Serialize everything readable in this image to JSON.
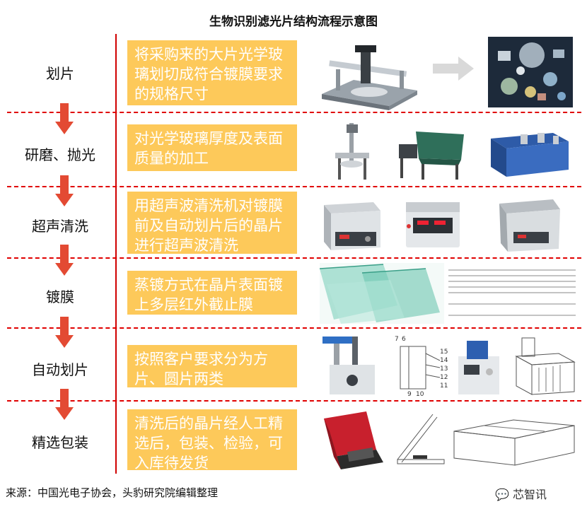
{
  "title": "生物识别滤光片结构流程示意图",
  "steps": [
    {
      "name": "划片",
      "desc": "将采购来的大片光学玻璃划切成符合镀膜要求的规格尺寸"
    },
    {
      "name": "研磨、抛光",
      "desc": "对光学玻璃厚度及表面质量的加工"
    },
    {
      "name": "超声清洗",
      "desc": "用超声波清洗机对镀膜前及自动划片后的晶片进行超声波清洗"
    },
    {
      "name": "镀膜",
      "desc": "蒸镀方式在晶片表面镀上多层红外截止膜"
    },
    {
      "name": "自动划片",
      "desc": "按照客户要求分为方片、圆片两类"
    },
    {
      "name": "精选包装",
      "desc": "清洗后的晶片经人工精选后，包装、检验，可入库待发货"
    }
  ],
  "patent_numbers": [
    "7",
    "6",
    "15",
    "14",
    "13",
    "12",
    "11",
    "9",
    "10"
  ],
  "source": "来源：中国光电子协会，头豹研究院编辑整理",
  "watermark": "芯智讯",
  "colors": {
    "line": "#e00000",
    "box": "#fdc95a",
    "arrow": "#e34a33"
  }
}
